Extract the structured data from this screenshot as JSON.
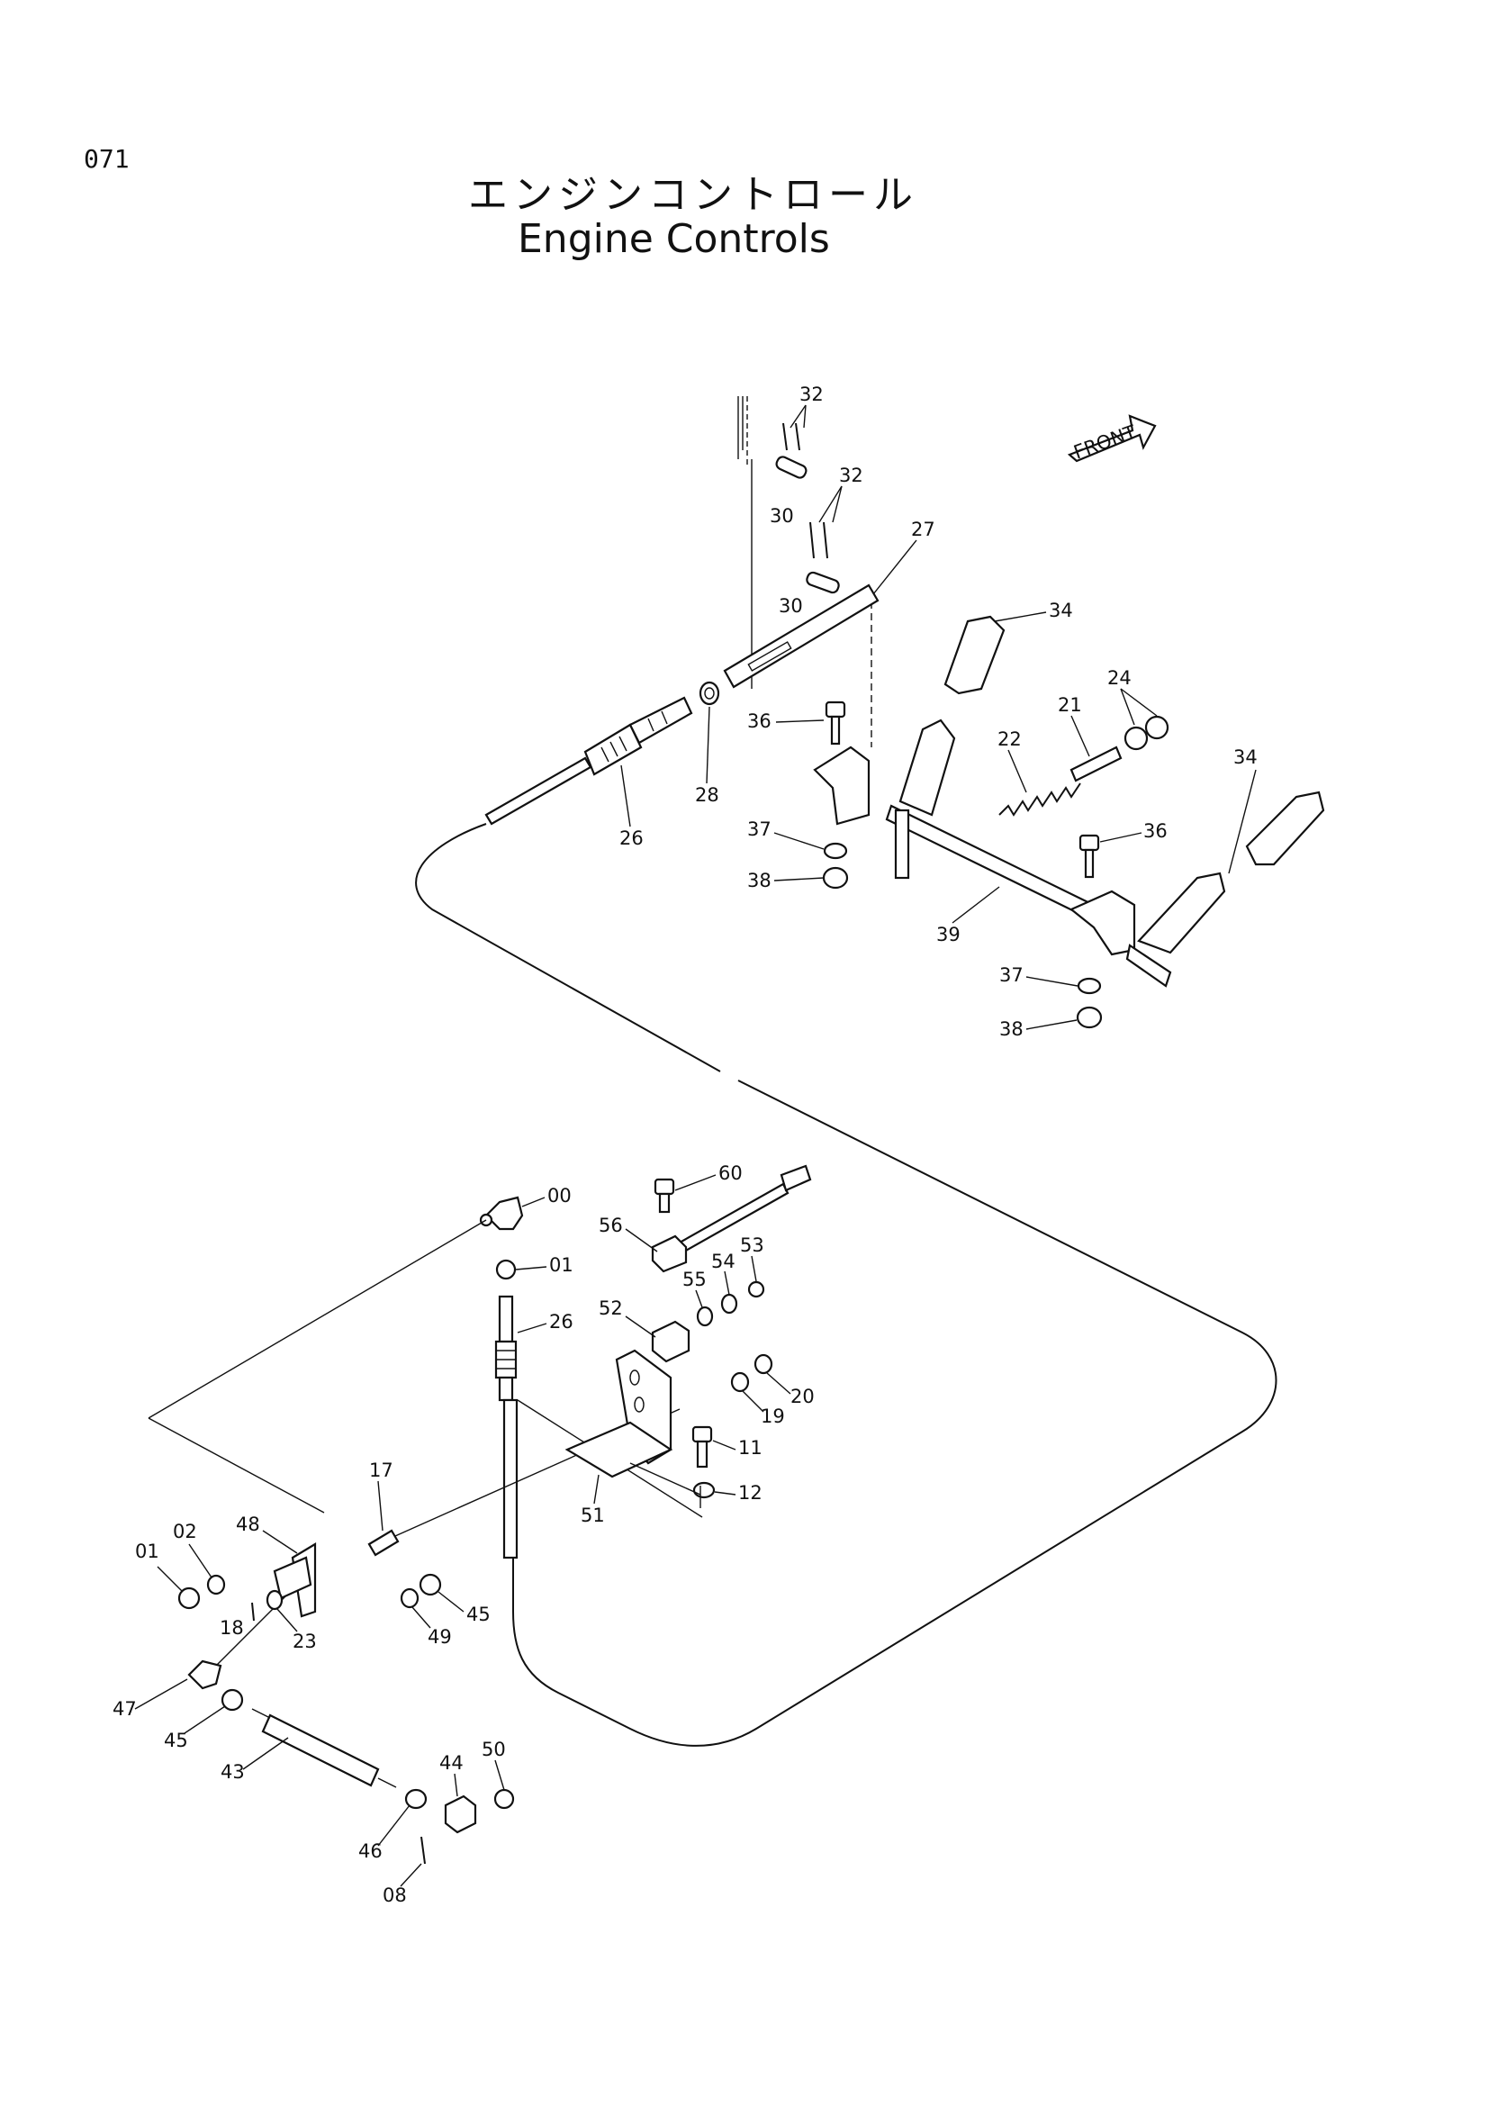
{
  "page": {
    "number": "071"
  },
  "title": {
    "japanese": "エンジンコントロール",
    "english": "Engine Controls"
  },
  "front_arrow": {
    "label": "FRONT"
  },
  "callouts": {
    "c00": "00",
    "c01a": "01",
    "c01b": "01",
    "c02": "02",
    "c08": "08",
    "c11": "11",
    "c12": "12",
    "c17": "17",
    "c18": "18",
    "c19": "19",
    "c20": "20",
    "c21": "21",
    "c22": "22",
    "c23": "23",
    "c24": "24",
    "c26a": "26",
    "c26b": "26",
    "c27": "27",
    "c28": "28",
    "c30a": "30",
    "c30b": "30",
    "c32a": "32",
    "c32b": "32",
    "c34a": "34",
    "c34b": "34",
    "c36a": "36",
    "c36b": "36",
    "c37a": "37",
    "c37b": "37",
    "c38a": "38",
    "c38b": "38",
    "c39": "39",
    "c43": "43",
    "c44": "44",
    "c45a": "45",
    "c45b": "45",
    "c46": "46",
    "c47": "47",
    "c48": "48",
    "c49": "49",
    "c50": "50",
    "c51": "51",
    "c52": "52",
    "c53": "53",
    "c54": "54",
    "c55": "55",
    "c56": "56",
    "c60": "60"
  }
}
